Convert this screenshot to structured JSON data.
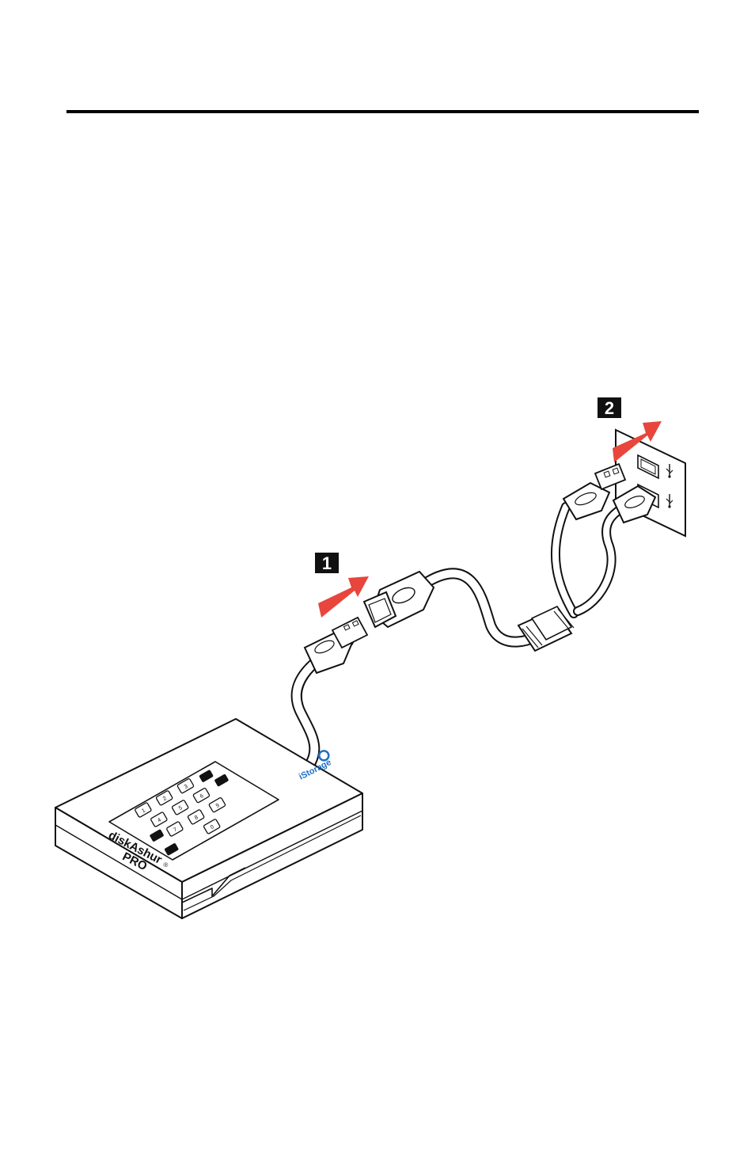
{
  "steps": [
    {
      "label": "1"
    },
    {
      "label": "2"
    }
  ],
  "device": {
    "brand_line1": "diskAshur",
    "brand_line2": "PRO",
    "registered_mark": "®",
    "maker_logo": "iStorage",
    "keypad_digits": [
      "1",
      "2",
      "3",
      "4",
      "5",
      "6",
      "7",
      "8",
      "9",
      "0"
    ]
  },
  "port_symbols": [
    "usb-icon",
    "usb-icon"
  ],
  "colors": {
    "arrow": "#e8463c",
    "badge": "#111111",
    "logo": "#1f6fc4",
    "line": "#111111"
  }
}
